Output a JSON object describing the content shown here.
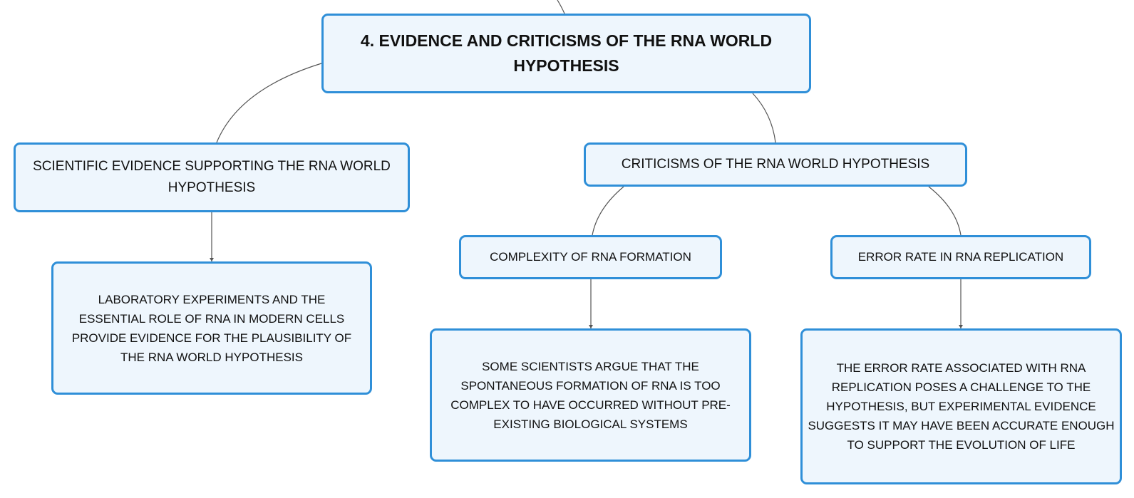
{
  "root": {
    "title": "4. EVIDENCE AND CRITICISMS OF THE RNA WORLD HYPOTHESIS"
  },
  "evidence": {
    "title": "SCIENTIFIC EVIDENCE SUPPORTING THE RNA WORLD HYPOTHESIS",
    "detail": "LABORATORY EXPERIMENTS AND THE ESSENTIAL ROLE OF RNA IN MODERN CELLS PROVIDE EVIDENCE FOR THE PLAUSIBILITY OF THE RNA WORLD HYPOTHESIS"
  },
  "criticisms": {
    "title": "CRITICISMS OF THE RNA WORLD HYPOTHESIS",
    "complexity": {
      "title": "COMPLEXITY OF RNA FORMATION",
      "detail": "SOME SCIENTISTS ARGUE THAT THE SPONTANEOUS FORMATION OF RNA IS TOO COMPLEX TO HAVE OCCURRED WITHOUT PRE-EXISTING BIOLOGICAL SYSTEMS"
    },
    "error_rate": {
      "title": "ERROR RATE IN RNA REPLICATION",
      "detail": "THE ERROR RATE ASSOCIATED WITH RNA REPLICATION POSES A CHALLENGE TO THE HYPOTHESIS, BUT EXPERIMENTAL EVIDENCE SUGGESTS IT MAY HAVE BEEN ACCURATE ENOUGH TO SUPPORT THE EVOLUTION OF LIFE"
    }
  },
  "colors": {
    "node_fill": "#eef6fd",
    "node_border": "#2f8fd8",
    "connector": "#555555",
    "text": "#111111"
  }
}
